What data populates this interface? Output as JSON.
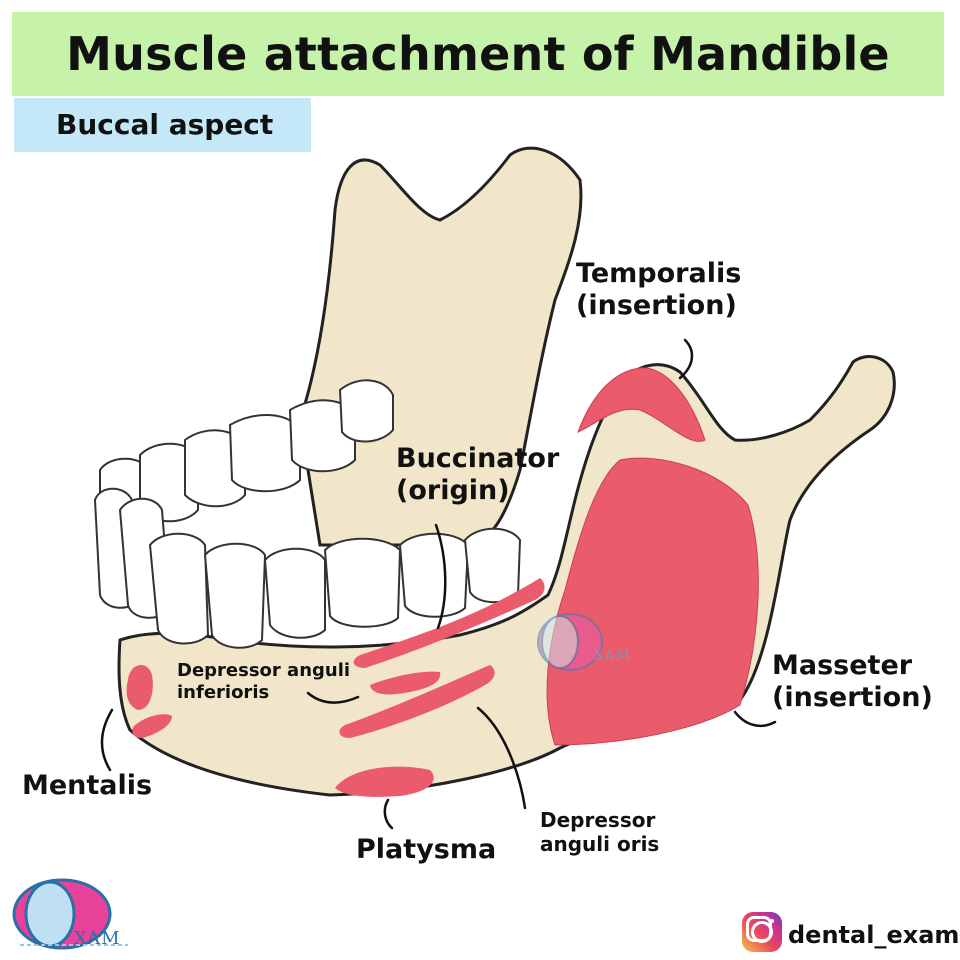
{
  "header": {
    "title": "Muscle attachment of Mandible",
    "subtitle": "Buccal aspect"
  },
  "labels": {
    "temporalis": [
      "Temporalis",
      "(insertion)"
    ],
    "buccinator": [
      "Buccinator",
      "(origin)"
    ],
    "masseter": [
      "Masseter",
      "(insertion)"
    ],
    "depressor_anguli_inferioris": [
      "Depressor anguli",
      "inferioris"
    ],
    "mentalis": "Mentalis",
    "platysma": "Platysma",
    "depressor_anguli_oris": [
      "Depressor",
      "anguli oris"
    ]
  },
  "footer": {
    "handle": "dental_exam",
    "logo_text": "XAM",
    "watermark_text": "XAM"
  },
  "colors": {
    "title_bg": "#c6f2a9",
    "subtitle_bg": "#c5e8f8",
    "bone": "#f1e6c9",
    "muscle": "#ea5b6c",
    "tooth": "#ffffff"
  }
}
